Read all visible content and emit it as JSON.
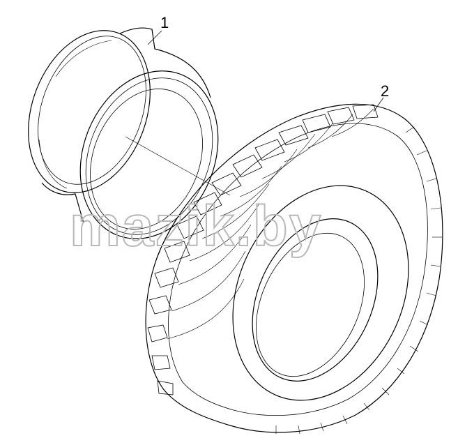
{
  "diagram": {
    "callouts": [
      {
        "id": "1",
        "label": "1"
      },
      {
        "id": "2",
        "label": "2"
      }
    ],
    "watermark": "mazik.by",
    "colors": {
      "line": "#000000",
      "watermark_stroke": "#b8b8b8",
      "background": "#ffffff"
    }
  }
}
